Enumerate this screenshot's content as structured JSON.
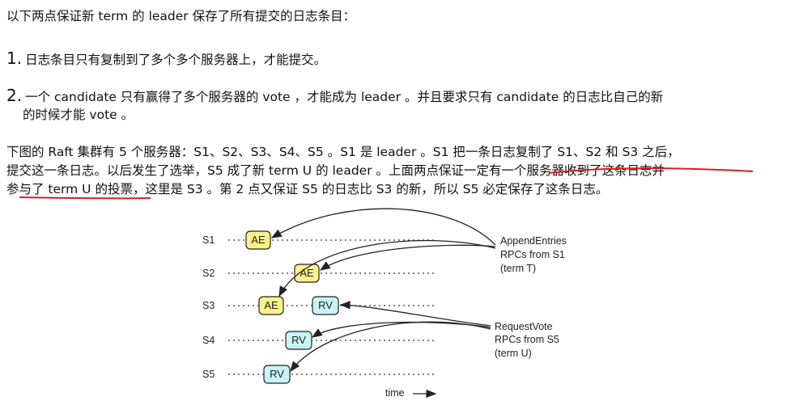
{
  "intro": "以下两点保证新 term 的 leader 保存了所有提交的日志条目：",
  "points": [
    {
      "num": "1.",
      "text": "日志条目只有复制到了多个多个服务器上，才能提交。"
    },
    {
      "num": "2.",
      "text": "一个 candidate 只有赢得了多个服务器的 vote ，才能成为 leader 。并且要求只有 candidate 的日志比自己的新",
      "cont": "的时候才能 vote 。"
    }
  ],
  "paragraph": [
    "下图的 Raft 集群有 5 个服务器：S1、S2、S3、S4、S5 。S1 是 leader 。S1 把一条日志复制了 S1、S2 和 S3 之后，",
    "提交这一条日志。以后发生了选举，S5 成了新 term U 的 leader 。上面两点保证一定有一个服务器收到了这条日志并",
    "参与了 term U 的投票，这里是 S3 。第 2 点又保证 S5 的日志比 S3 的新，所以 S5 必定保存了这条日志。"
  ],
  "diagram": {
    "servers": [
      "S1",
      "S2",
      "S3",
      "S4",
      "S5"
    ],
    "ae_label": "AE",
    "rv_label": "RV",
    "ae_note": [
      "AppendEntries",
      "RPCs from S1",
      "(term T)"
    ],
    "rv_note": [
      "RequestVote",
      "RPCs from S5",
      "(term U)"
    ],
    "time_label": "time",
    "ae_color": "#fbf38a",
    "rv_color": "#c8f4f7",
    "underline_color": "#d62020"
  }
}
